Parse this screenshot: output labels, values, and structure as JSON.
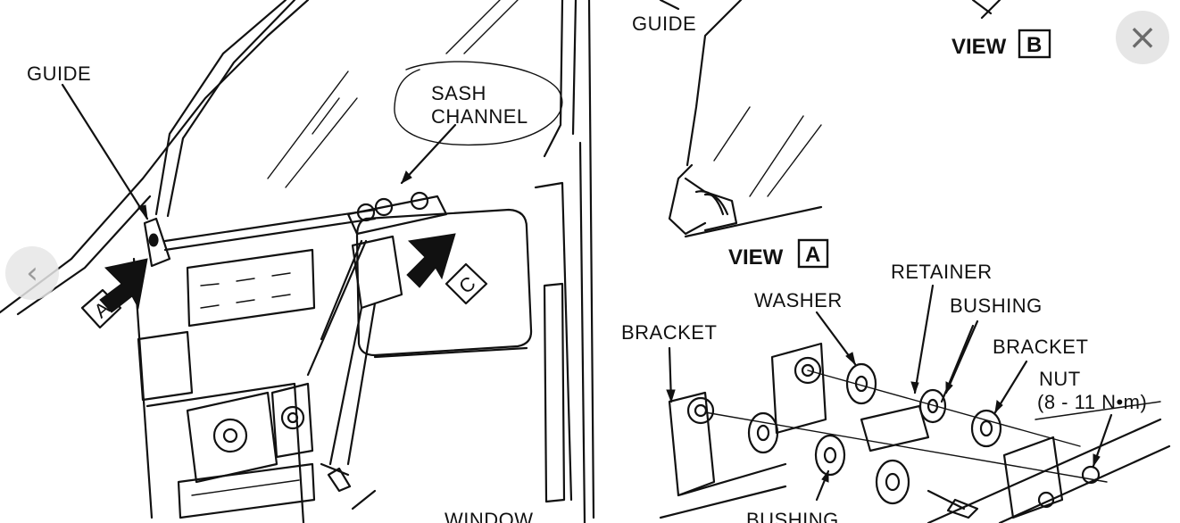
{
  "labels": {
    "guide_left": "GUIDE",
    "guide_top": "GUIDE",
    "sash_1": "SASH",
    "sash_2": "CHANNEL",
    "view_b": "VIEW",
    "view_b_letter": "B",
    "view_a": "VIEW",
    "view_a_letter": "A",
    "arrow_a": "A",
    "arrow_c": "C",
    "retainer": "RETAINER",
    "washer": "WASHER",
    "bushing_top": "BUSHING",
    "bracket_right": "BRACKET",
    "bracket_left": "BRACKET",
    "nut": "NUT",
    "nut_torque": "(8 - 11 N•m)",
    "window": "WINDOW",
    "bushing_bottom": "BUSHING"
  },
  "controls": {
    "close_icon": "×",
    "prev_icon": "‹"
  }
}
